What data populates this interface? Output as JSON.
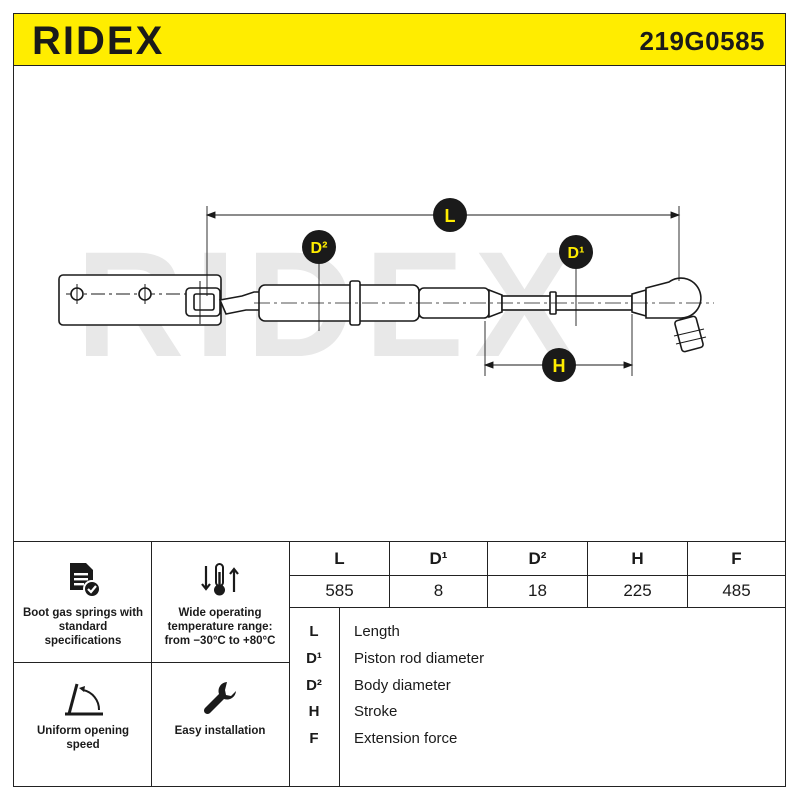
{
  "header": {
    "brand": "RIDEX",
    "part_number": "219G0585"
  },
  "diagram": {
    "watermark": "RIDEX",
    "labels": {
      "L": "L",
      "D1": "D¹",
      "D2": "D²",
      "H": "H"
    }
  },
  "features": [
    {
      "icon": "document-check-icon",
      "text": "Boot gas springs with standard specifications"
    },
    {
      "icon": "temperature-icon",
      "text": "Wide operating temperature range: from −30°C to +80°C"
    },
    {
      "icon": "opening-angle-icon",
      "text": "Uniform opening speed"
    },
    {
      "icon": "wrench-icon",
      "text": "Easy installation"
    }
  ],
  "specs": {
    "headers": [
      "L",
      "D¹",
      "D²",
      "H",
      "F"
    ],
    "values": [
      "585",
      "8",
      "18",
      "225",
      "485"
    ]
  },
  "legend": [
    {
      "key": "L",
      "desc": "Length"
    },
    {
      "key": "D¹",
      "desc": "Piston rod diameter"
    },
    {
      "key": "D²",
      "desc": "Body diameter"
    },
    {
      "key": "H",
      "desc": "Stroke"
    },
    {
      "key": "F",
      "desc": "Extension force"
    }
  ],
  "colors": {
    "brand_yellow": "#ffed00",
    "label_badge": "#1a1a1a",
    "watermark": "#e6e6e6"
  }
}
